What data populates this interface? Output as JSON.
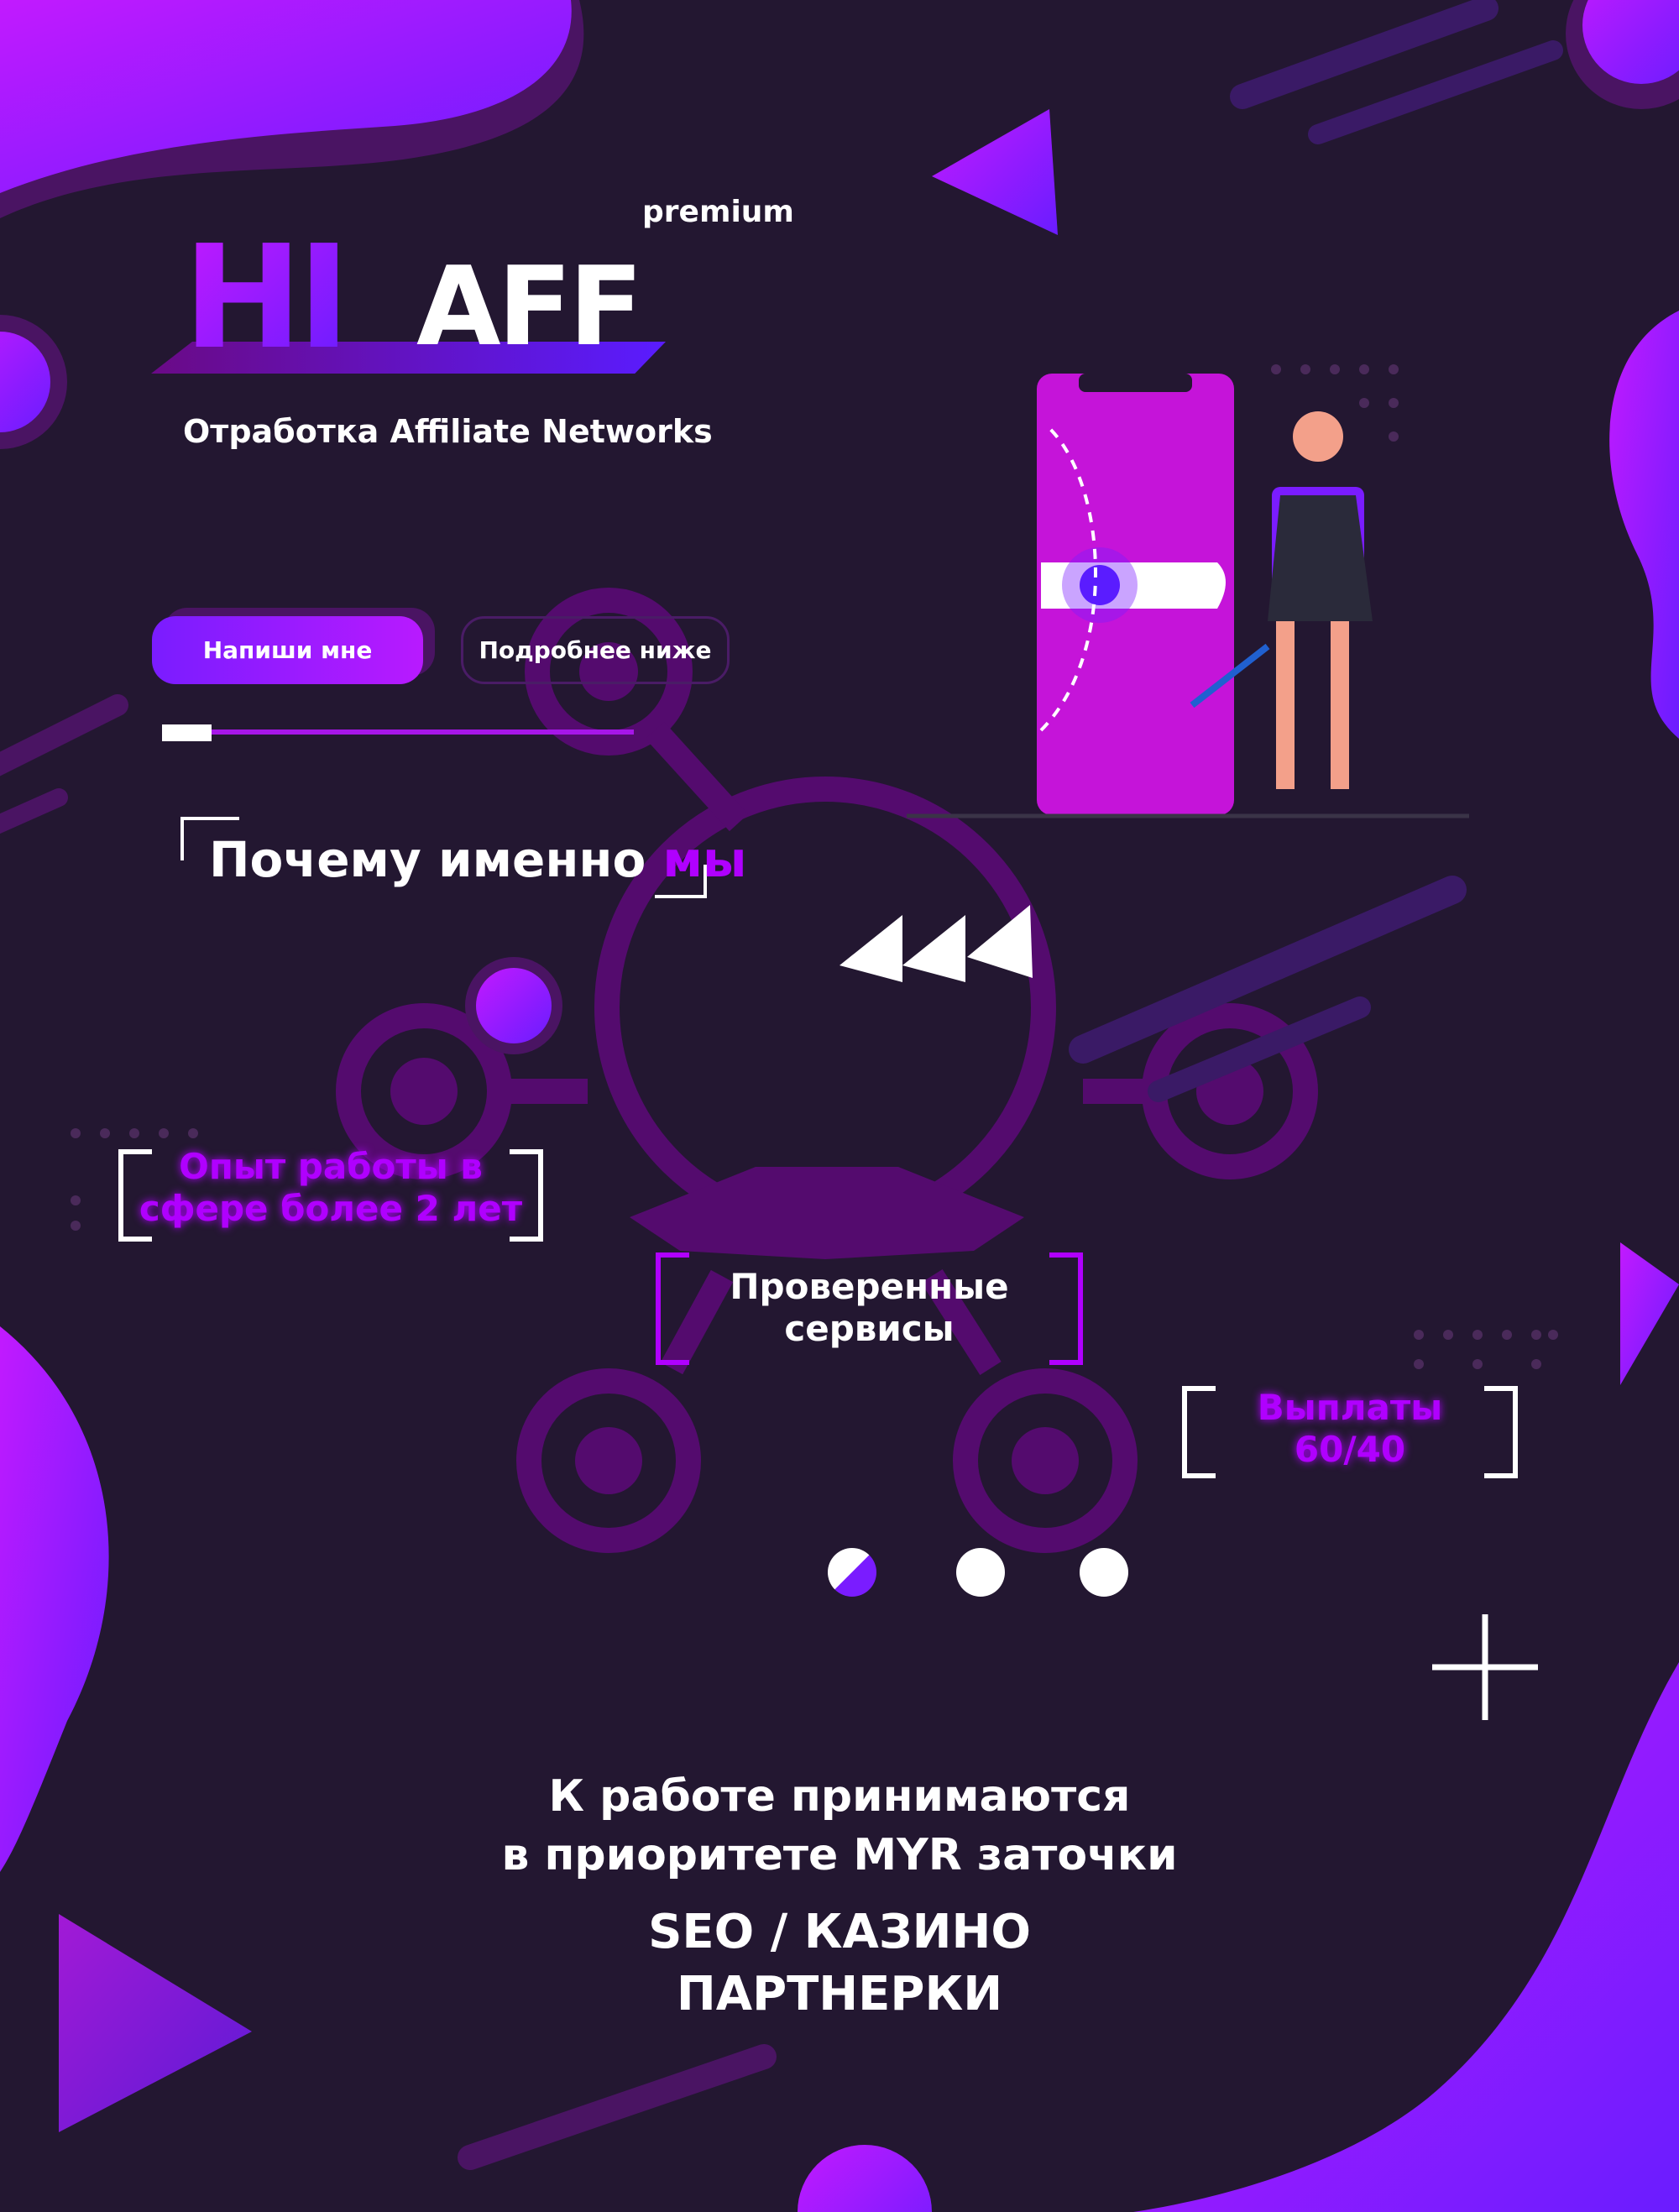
{
  "logo": {
    "premium": "premium",
    "letters": "HI",
    "aff": "AFF"
  },
  "subtitle": "Отработка Affiliate Networks",
  "buttons": {
    "primary": "Напиши мне",
    "secondary": "Подробнее ниже"
  },
  "progress": {
    "value": 0.1
  },
  "why": {
    "main": "Почему именно",
    "accent": "мы"
  },
  "features": [
    {
      "line1": "Опыт работы в",
      "line2": "сфере более 2 лет"
    },
    {
      "line1": "Проверенные",
      "line2": "сервисы"
    },
    {
      "line1": "Выплаты",
      "line2": "60/40"
    }
  ],
  "carousel": {
    "count": 3,
    "active": 0
  },
  "bottom": {
    "line1": "К работе принимаются",
    "line2": "в приоритете MYR заточки",
    "line3": "SEO / КАЗИНО",
    "line4": "ПАРТНЕРКИ"
  },
  "colors": {
    "background": "#231731",
    "accent": "#b000ff",
    "deep": "#540b6e"
  }
}
